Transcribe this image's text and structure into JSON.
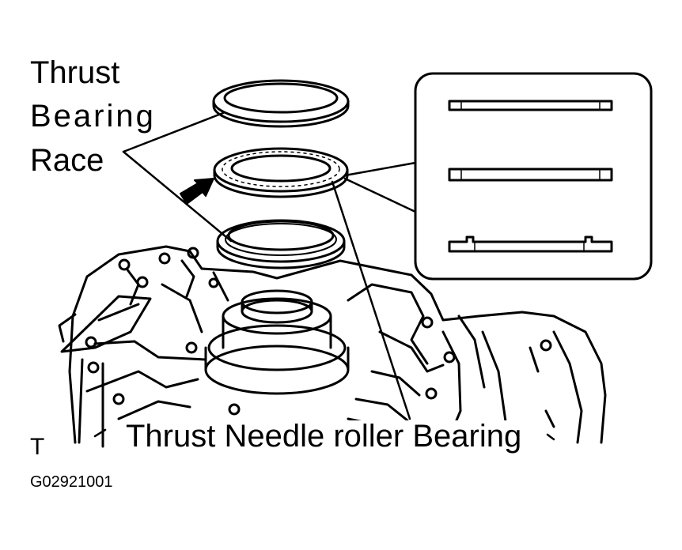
{
  "labels": {
    "race_line1": "Thrust",
    "race_line2": "Bearing",
    "race_line3": "Race",
    "bearing": "Thrust Needle roller Bearing",
    "corner_mark": "T",
    "figure_code": "G02921001"
  },
  "icons": {
    "arrow": "arrow-right-icon"
  },
  "colors": {
    "ink": "#000000",
    "paper": "#ffffff"
  }
}
